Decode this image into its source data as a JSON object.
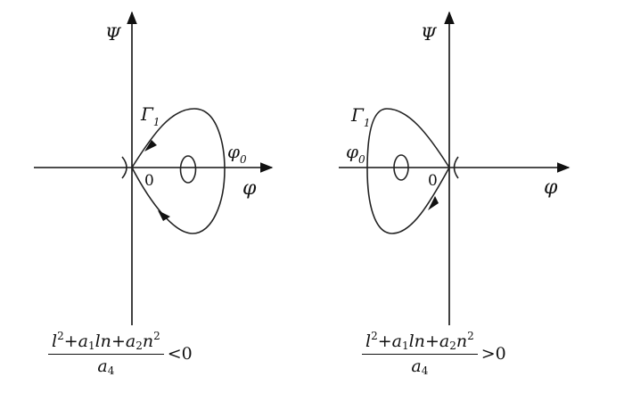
{
  "left_panel": {
    "y_axis_label": "Ψ",
    "x_axis_label": "φ",
    "origin_label": "0",
    "orbit_label": "Γ",
    "orbit_subscript": "1",
    "point_label": "φ",
    "point_subscript": "0",
    "formula": {
      "numerator": {
        "l": "l",
        "sq1": "2",
        "plus1": "+",
        "a": "a",
        "a_sub": "1",
        "ln": "ln",
        "plus2": "+",
        "a2": "a",
        "a2_sub": "2",
        "n": "n",
        "sq2": "2"
      },
      "denominator": {
        "a": "a",
        "a_sub": "4"
      },
      "relation": "<0"
    }
  },
  "right_panel": {
    "y_axis_label": "Ψ",
    "x_axis_label": "φ",
    "origin_label": "0",
    "orbit_label": "Γ",
    "orbit_subscript": "1",
    "point_label": "φ",
    "point_subscript": "0",
    "formula": {
      "numerator": {
        "l": "l",
        "sq1": "2",
        "plus1": "+",
        "a": "a",
        "a_sub": "1",
        "ln": "ln",
        "plus2": "+",
        "a2": "a",
        "a2_sub": "2",
        "n": "n",
        "sq2": "2"
      },
      "denominator": {
        "a": "a",
        "a_sub": "4"
      },
      "relation": ">0"
    }
  }
}
